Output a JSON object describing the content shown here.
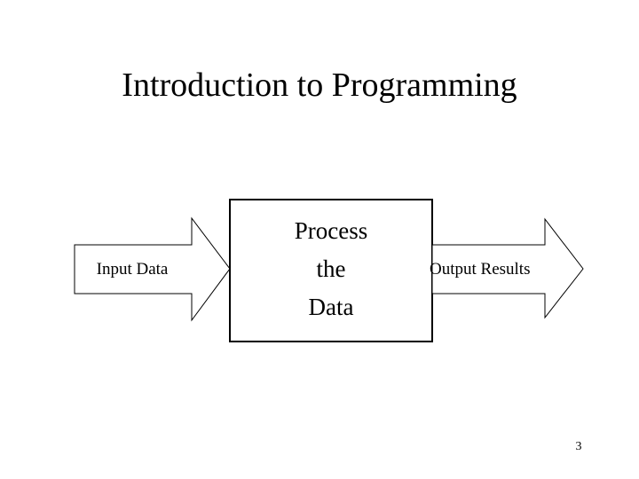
{
  "slide": {
    "title": "Introduction to Programming",
    "page_number": "3",
    "background_color": "#ffffff",
    "ink_color": "#000000"
  },
  "diagram": {
    "type": "flowchart",
    "description": "Input-Process-Output block diagram",
    "input_arrow": {
      "label": "Input Data",
      "direction": "right",
      "shape": "block-arrow"
    },
    "process_box": {
      "lines": [
        "Process",
        "the",
        "Data"
      ],
      "shape": "rectangle"
    },
    "output_arrow": {
      "label": "Output Results",
      "direction": "right",
      "shape": "block-arrow"
    }
  }
}
